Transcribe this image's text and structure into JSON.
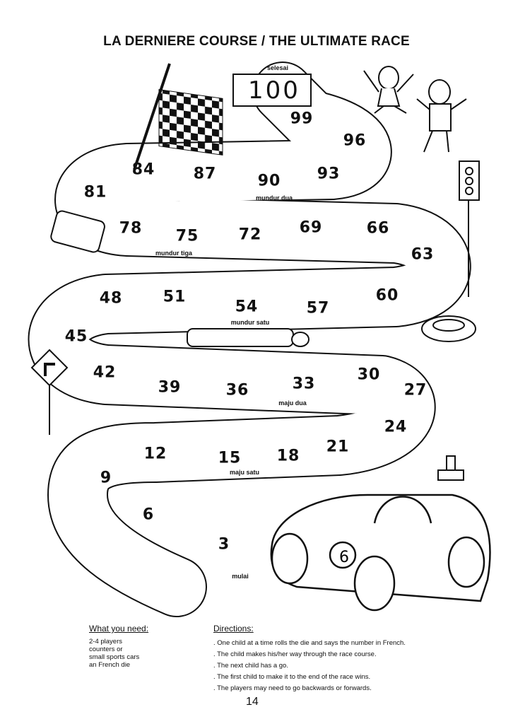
{
  "title": "LA DERNIERE COURSE / THE ULTIMATE RACE",
  "board": {
    "squares": [
      "3",
      "6",
      "9",
      "12",
      "15",
      "18",
      "21",
      "24",
      "27",
      "30",
      "33",
      "36",
      "39",
      "42",
      "45",
      "48",
      "51",
      "54",
      "57",
      "60",
      "63",
      "66",
      "69",
      "72",
      "75",
      "78",
      "81",
      "84",
      "87",
      "90",
      "93",
      "96",
      "99"
    ],
    "finish_number": "100",
    "labels": {
      "finish": "selesai",
      "start": "mulai",
      "back_two": "mundur dua",
      "back_three": "mundur tiga",
      "back_one": "mundur satu",
      "forward_two": "maju dua",
      "forward_one": "maju satu"
    },
    "car_number": "6"
  },
  "what_you_need": {
    "heading": "What you need:",
    "items": [
      "2-4 players",
      "counters or",
      "small sports cars",
      "an French die"
    ]
  },
  "directions": {
    "heading": "Directions:",
    "items": [
      ". One child at a time rolls the die and says the number in French.",
      ". The child makes his/her way through the race course.",
      ". The next child has a go.",
      ". The first child to make it to the end of the race wins.",
      ". The players may need to go backwards or forwards."
    ]
  },
  "page_number": "14"
}
